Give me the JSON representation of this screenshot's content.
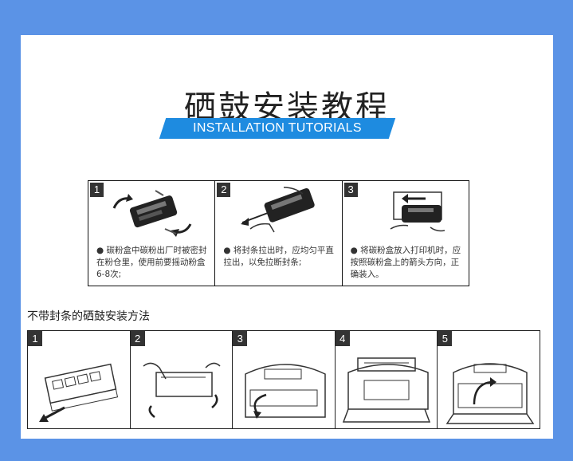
{
  "header": {
    "title": "硒鼓安装教程",
    "banner": "INSTALLATION TUTORIALS"
  },
  "top_steps": [
    {
      "num": "1",
      "text": "● 碳粉盒中碳粉出厂时被密封在粉仓里，使用前要摇动粉盒6-8次;"
    },
    {
      "num": "2",
      "text": "● 将封条拉出时，应均匀平直拉出，以免拉断封条;"
    },
    {
      "num": "3",
      "text": "● 将碳粉盒放入打印机时，应按照碳粉盒上的箭头方向，正确装入。"
    }
  ],
  "bottom": {
    "subtitle": "不带封条的硒鼓安装方法",
    "steps": [
      {
        "num": "1"
      },
      {
        "num": "2"
      },
      {
        "num": "3"
      },
      {
        "num": "4"
      },
      {
        "num": "5"
      }
    ]
  }
}
